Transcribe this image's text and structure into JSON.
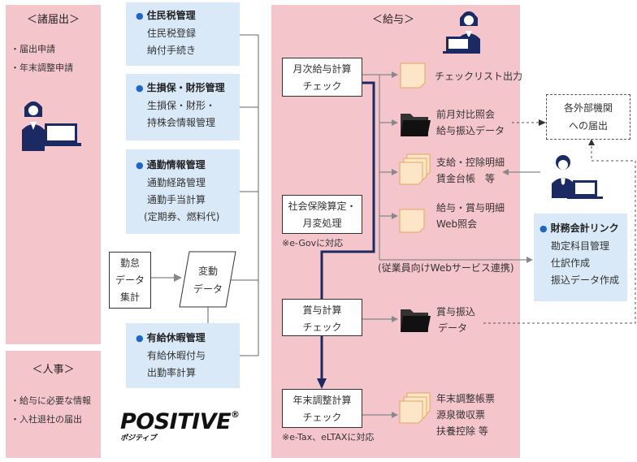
{
  "shoshodoke": {
    "title": "＜諸届出＞",
    "items": [
      "・届出申請",
      "・年末調整申請"
    ]
  },
  "jinji": {
    "title": "＜人事＞",
    "items": [
      "・給与に必要な情報",
      "・入社退社の届出"
    ]
  },
  "juminzei": {
    "title": "住民税管理",
    "lines": [
      "住民税登録",
      "納付手続き"
    ]
  },
  "songai": {
    "title": "生損保・財形管理",
    "lines": [
      "生損保・財形・",
      "持株会情報管理"
    ]
  },
  "tsukin": {
    "title": "通勤情報管理",
    "lines": [
      "通勤経路管理",
      "通勤手当計算",
      "(定期券、燃料代)"
    ]
  },
  "kintai": {
    "lines": [
      "勤怠",
      "データ",
      "集計"
    ]
  },
  "hendo": {
    "lines": [
      "変動",
      "データ"
    ]
  },
  "yukyu": {
    "title": "有給休暇管理",
    "lines": [
      "有給休暇付与",
      "出勤率計算"
    ]
  },
  "logo": {
    "main": "POSITIVE",
    "mark": "®",
    "sub": "ポジティブ"
  },
  "kyuyo": {
    "title": "＜給与＞"
  },
  "getsuji": {
    "lines": [
      "月次給与計算",
      "チェック"
    ]
  },
  "shakai": {
    "lines": [
      "社会保険算定・",
      "月変処理"
    ],
    "note": "※e-Govに対応"
  },
  "shoyo": {
    "lines": [
      "賞与計算",
      "チェック"
    ]
  },
  "nenmatsu": {
    "lines": [
      "年末調整計算",
      "チェック"
    ],
    "note": "※e-Tax、eLTAXに対応"
  },
  "outputs": {
    "checklist": "チェックリスト出力",
    "zengetsu": [
      "前月対比照会",
      "給与振込データ"
    ],
    "meisai": [
      "支給・控除明細",
      "賃金台帳　等"
    ],
    "web": [
      "給与・賞与明細",
      "Web照会"
    ],
    "shoyo_furikomi": [
      "賞与振込",
      "データ"
    ],
    "nenmatsu_docs": [
      "年末調整帳票",
      "源泉徴収票",
      "扶養控除 等"
    ]
  },
  "web_service": "(従業員向けWebサービス連携)",
  "gaibu": {
    "lines": [
      "各外部機関",
      "への届出"
    ]
  },
  "zaimu": {
    "title": "財務会計リンク",
    "lines": [
      "勘定科目管理",
      "仕訳作成",
      "振込データ作成"
    ]
  },
  "colors": {
    "pink": "#f4c5cb",
    "blue": "#d9e9f8",
    "accent": "#1a66c9",
    "navy": "#1b2a63"
  }
}
